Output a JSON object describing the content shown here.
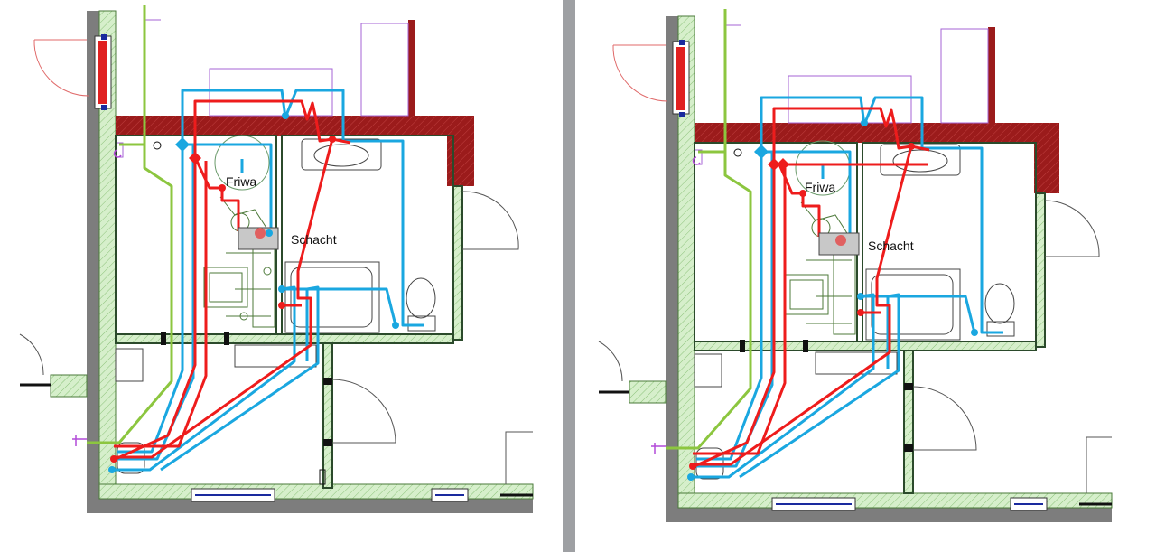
{
  "panels": [
    {
      "id": "left",
      "labels": {
        "friwa": "Friwa",
        "schacht": "Schacht"
      }
    },
    {
      "id": "right",
      "labels": {
        "friwa": "Friwa",
        "schacht": "Schacht"
      }
    }
  ],
  "colors": {
    "hot_water_pipe": "#ee1c1c",
    "cold_water_pipe": "#1aa7e0",
    "green_pipe": "#8cc63f",
    "bearing_wall": "#9b1b1b",
    "wall_gray": "#7d7d7d",
    "insulation_hatch": "#b9dfaa",
    "divider": "#9ea0a3"
  }
}
